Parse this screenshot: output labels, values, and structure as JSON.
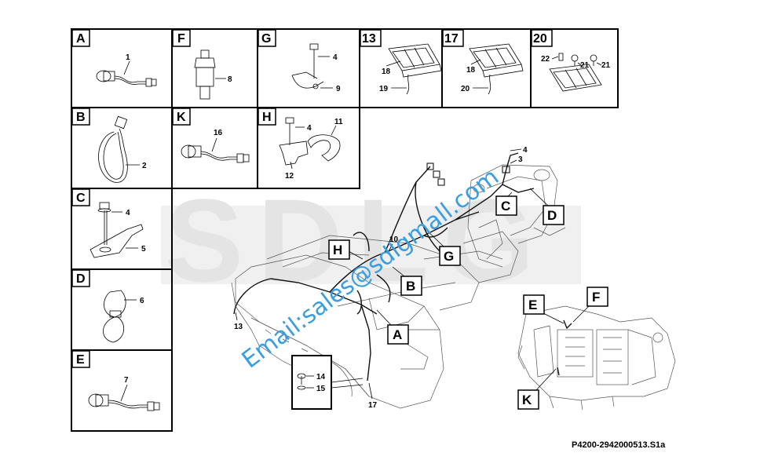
{
  "reference": "P4200-2942000513.S1a",
  "watermark_email": "Email:sales@sdlgmall.com",
  "watermark_logo": "SDLG",
  "detail_panels": [
    {
      "letter": "A",
      "parts": [
        "1"
      ]
    },
    {
      "letter": "F",
      "parts": [
        "8"
      ]
    },
    {
      "letter": "G",
      "parts": [
        "4",
        "9"
      ]
    },
    {
      "letter": "13",
      "parts": [
        "18",
        "19"
      ]
    },
    {
      "letter": "17",
      "parts": [
        "18",
        "20"
      ]
    },
    {
      "letter": "20",
      "parts": [
        "22",
        "21",
        "21"
      ]
    },
    {
      "letter": "B",
      "parts": [
        "2"
      ]
    },
    {
      "letter": "K",
      "parts": [
        "16"
      ]
    },
    {
      "letter": "H",
      "parts": [
        "4",
        "11",
        "12"
      ]
    },
    {
      "letter": "C",
      "parts": [
        "4",
        "5"
      ]
    },
    {
      "letter": "D",
      "parts": [
        "6"
      ]
    },
    {
      "letter": "E",
      "parts": [
        "7"
      ]
    }
  ],
  "main_callouts": [
    "A",
    "B",
    "C",
    "D",
    "G",
    "H"
  ],
  "transmission_callouts": [
    "E",
    "F",
    "K"
  ],
  "main_part_numbers": [
    "4",
    "3",
    "10",
    "13",
    "14",
    "15",
    "17"
  ]
}
